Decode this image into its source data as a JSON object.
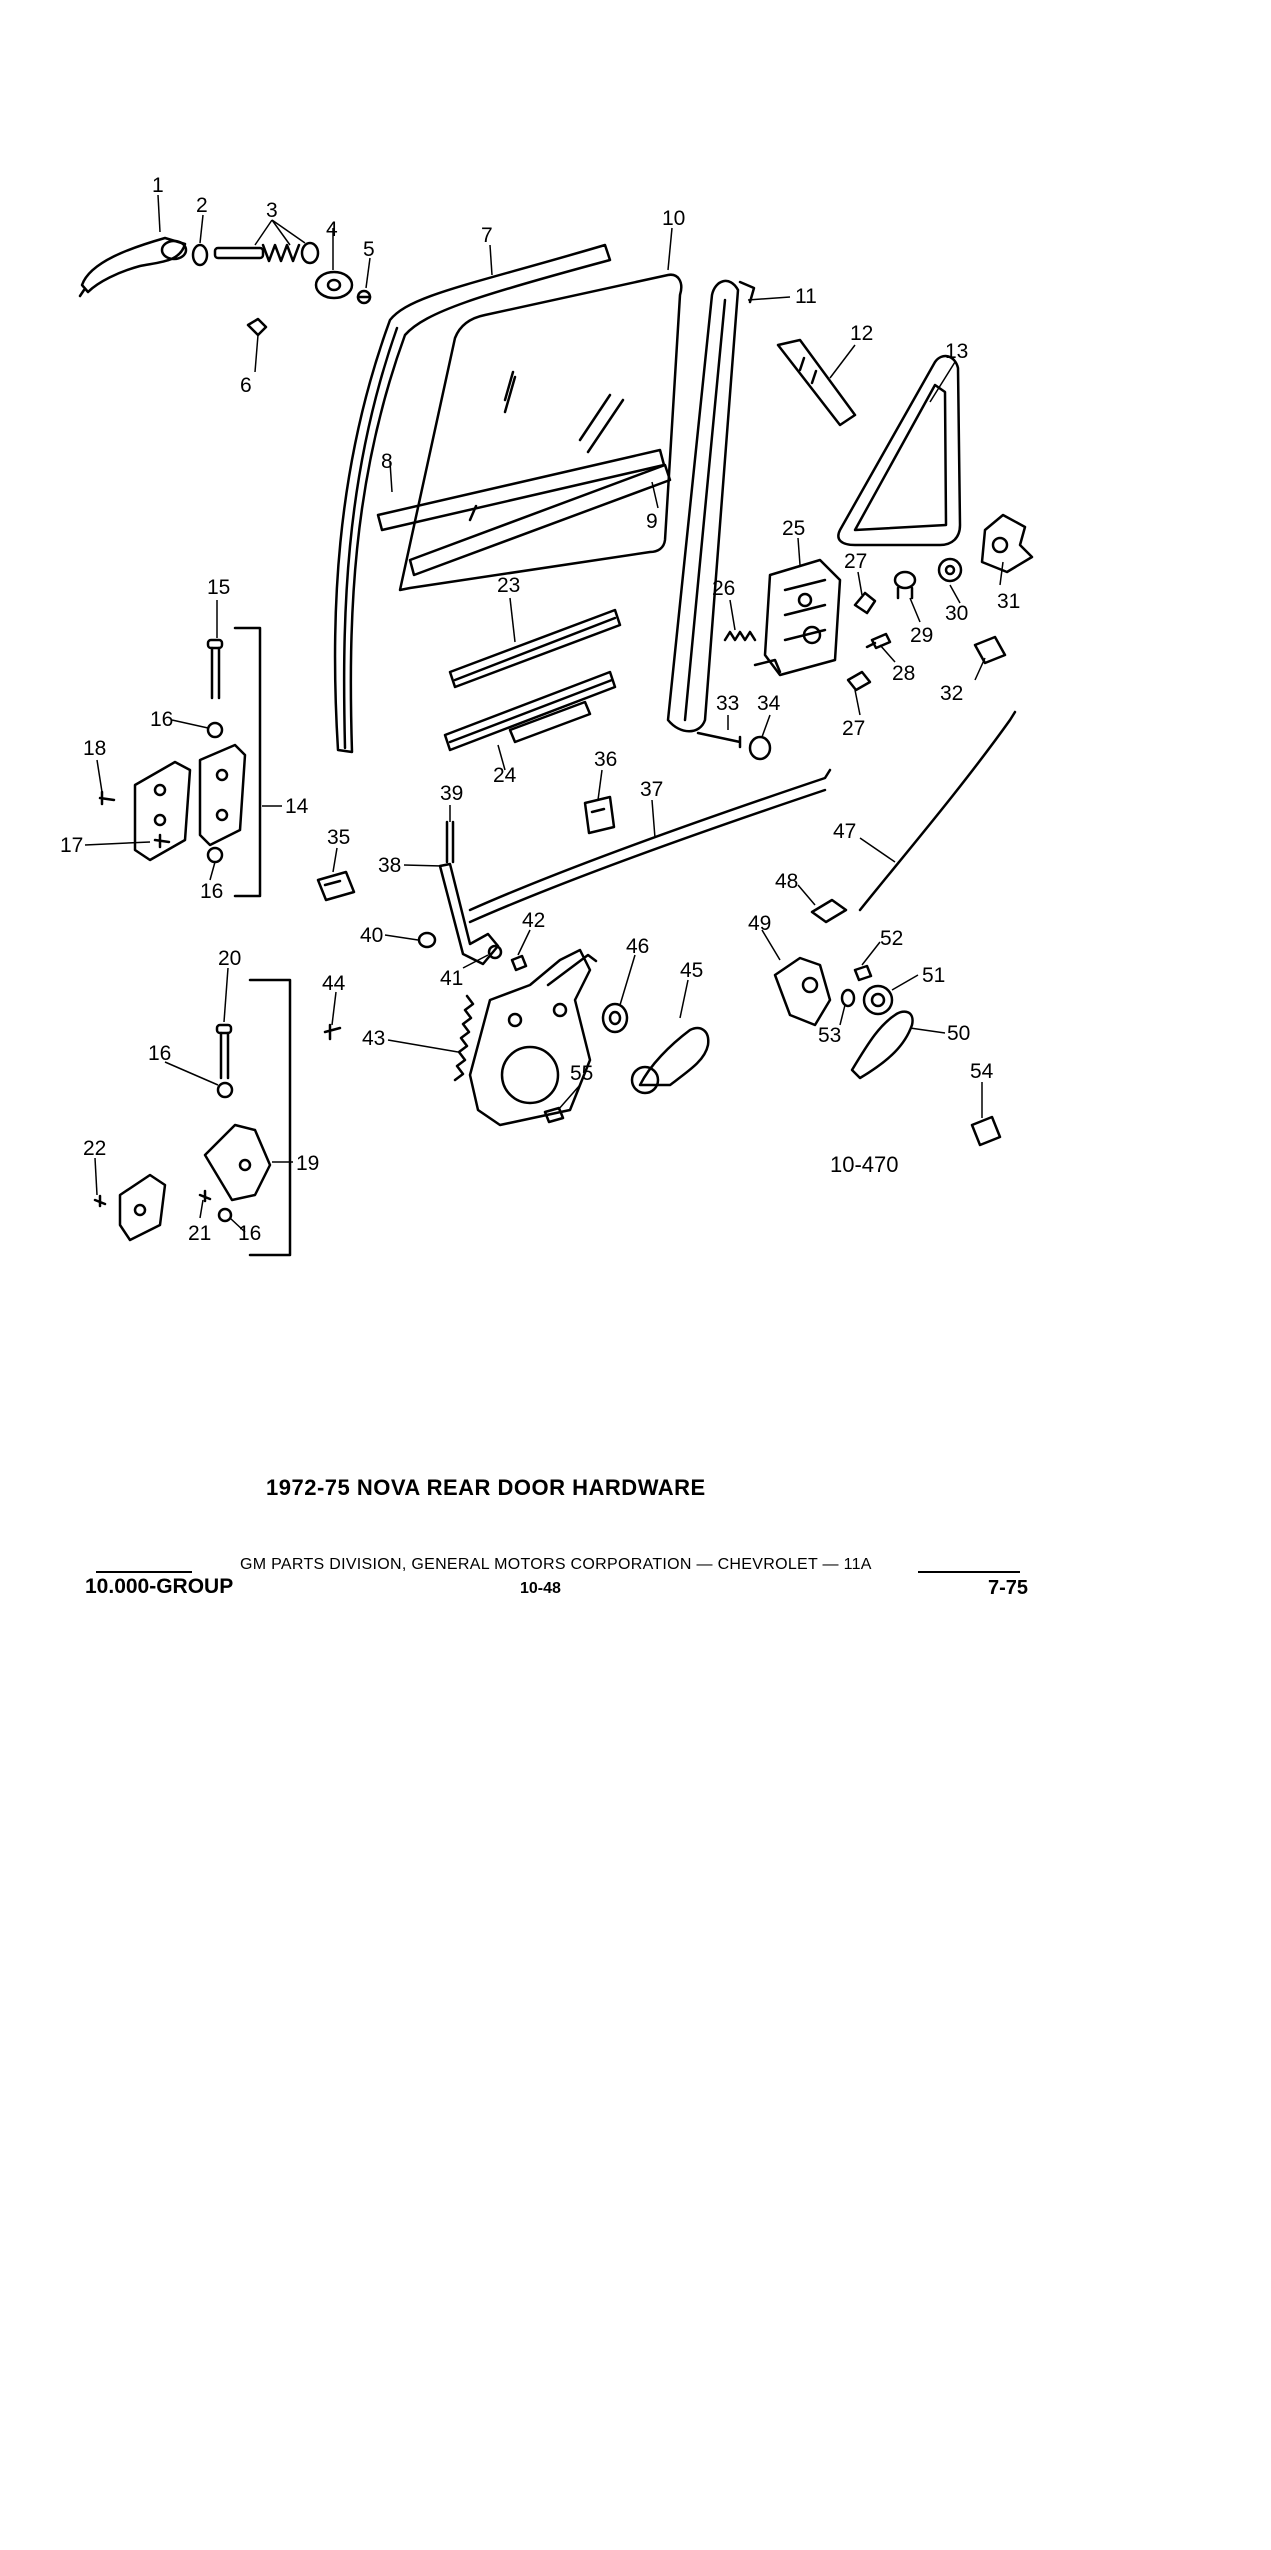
{
  "diagram": {
    "callouts": [
      "1",
      "2",
      "3",
      "4",
      "5",
      "6",
      "7",
      "10",
      "11",
      "12",
      "13",
      "8",
      "9",
      "25",
      "26",
      "27",
      "29",
      "30",
      "31",
      "28",
      "32",
      "23",
      "27",
      "33",
      "34",
      "15",
      "16",
      "18",
      "14",
      "17",
      "16",
      "24",
      "36",
      "39",
      "37",
      "47",
      "35",
      "38",
      "48",
      "49",
      "52",
      "40",
      "42",
      "41",
      "46",
      "45",
      "51",
      "20",
      "44",
      "53",
      "50",
      "43",
      "16",
      "55",
      "54",
      "22",
      "19",
      "21",
      "16"
    ],
    "figure_number": "10-470"
  },
  "title": "1972-75 NOVA REAR DOOR HARDWARE",
  "footer": {
    "division": "GM PARTS DIVISION, GENERAL MOTORS CORPORATION — CHEVROLET — 11A",
    "group": "10.000-GROUP",
    "page": "10-48",
    "date": "7-75"
  }
}
